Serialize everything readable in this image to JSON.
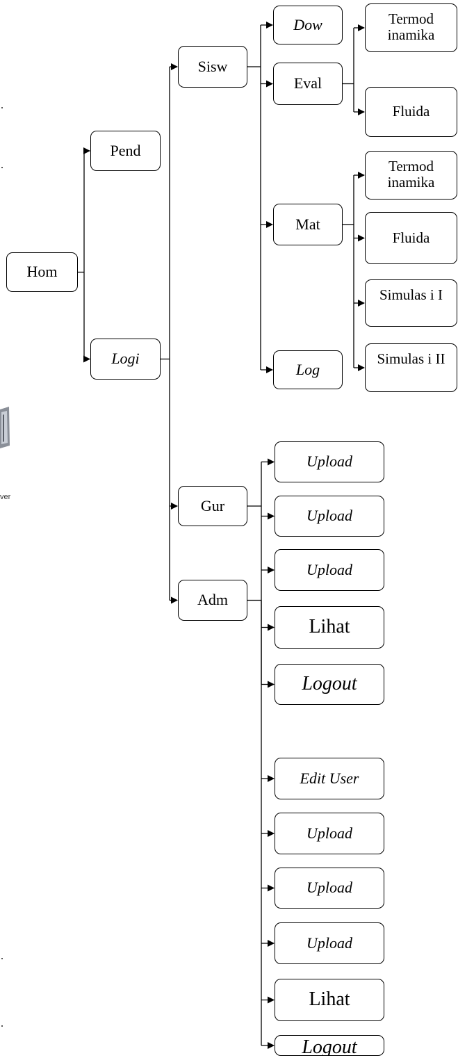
{
  "nodes": {
    "home": "Hom",
    "pend": "Pend",
    "login": "Logi",
    "siswa": "Sisw",
    "guru": "Gur",
    "admin": "Adm",
    "siswa_download": "Dow",
    "siswa_evaluasi": "Eval",
    "siswa_materi": "Mat",
    "siswa_logout": "Log",
    "eval_termodinamika": "Termod inamika",
    "eval_fluida": "Fluida",
    "mat_termodinamika": "Termod inamika",
    "mat_fluida": "Fluida",
    "mat_simulasi_1": "Simulas i I",
    "mat_simulasi_2": "Simulas i II",
    "guru_upload_1": "Upload",
    "guru_upload_2": "Upload",
    "guru_upload_3": "Upload",
    "guru_lihat": "Lihat",
    "guru_logout": "Logout",
    "admin_edit_user": "Edit User",
    "admin_upload_1": "Upload",
    "admin_upload_2": "Upload",
    "admin_upload_3": "Upload",
    "admin_lihat": "Lihat",
    "admin_logout": "Logout"
  },
  "edge_fragment": {
    "label": "ver"
  },
  "colors": {
    "line": "#000000",
    "box_border": "#000000",
    "background": "#ffffff"
  },
  "edges": [
    [
      "home",
      "pend"
    ],
    [
      "home",
      "login"
    ],
    [
      "login",
      "siswa"
    ],
    [
      "login",
      "guru"
    ],
    [
      "login",
      "admin"
    ],
    [
      "siswa",
      "siswa_download"
    ],
    [
      "siswa",
      "siswa_evaluasi"
    ],
    [
      "siswa",
      "siswa_materi"
    ],
    [
      "siswa",
      "siswa_logout"
    ],
    [
      "siswa_evaluasi",
      "eval_termodinamika"
    ],
    [
      "siswa_evaluasi",
      "eval_fluida"
    ],
    [
      "siswa_materi",
      "mat_termodinamika"
    ],
    [
      "siswa_materi",
      "mat_fluida"
    ],
    [
      "siswa_materi",
      "mat_simulasi_1"
    ],
    [
      "siswa_materi",
      "mat_simulasi_2"
    ],
    [
      "guru",
      "guru_upload_1"
    ],
    [
      "guru",
      "guru_upload_2"
    ],
    [
      "guru",
      "guru_upload_3"
    ],
    [
      "guru",
      "guru_lihat"
    ],
    [
      "guru",
      "guru_logout"
    ],
    [
      "admin",
      "admin_edit_user"
    ],
    [
      "admin",
      "admin_upload_1"
    ],
    [
      "admin",
      "admin_upload_2"
    ],
    [
      "admin",
      "admin_upload_3"
    ],
    [
      "admin",
      "admin_lihat"
    ],
    [
      "admin",
      "admin_logout"
    ]
  ]
}
